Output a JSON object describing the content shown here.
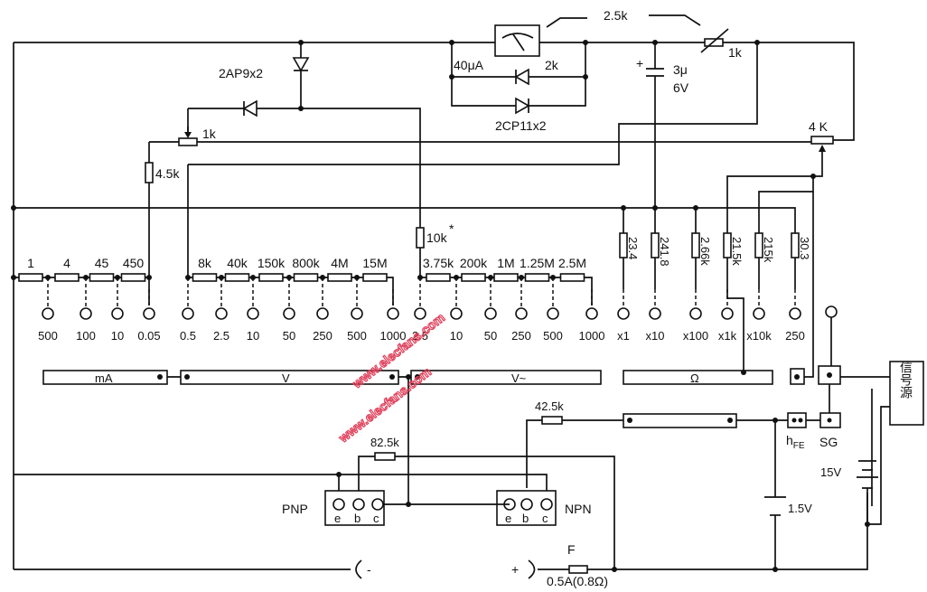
{
  "meter": {
    "current": "40μA",
    "resistance": "2k",
    "adjust_range": "2.5k"
  },
  "diodes": {
    "upper": "2AP9x2",
    "lower": "2CP11x2"
  },
  "variable_resistor": "1k",
  "capacitor": {
    "polarity": "+",
    "value": "3μ",
    "voltage": "6V"
  },
  "pot_left": "1k",
  "res_4_5k": "4.5k",
  "pot_4k": "4 K",
  "res_10k": "10k",
  "res_10k_mark": "*",
  "ladder": {
    "ma": {
      "resistors": [
        "1",
        "4",
        "45",
        "450"
      ],
      "terminals": [
        "500",
        "100",
        "10",
        "0.05"
      ]
    },
    "dcv": {
      "resistors": [
        "8k",
        "40k",
        "150k",
        "800k",
        "4M",
        "15M"
      ],
      "terminals": [
        "0.5",
        "2.5",
        "10",
        "50",
        "250",
        "500",
        "1000"
      ]
    },
    "acv": {
      "resistors": [
        "3.75k",
        "200k",
        "1M",
        "1.25M",
        "2.5M"
      ],
      "terminals": [
        "2.5",
        "10",
        "50",
        "250",
        "500",
        "1000"
      ]
    },
    "ohm": {
      "resistors": [
        "23.4",
        "241.8",
        "2.66k",
        "21.5k",
        "215k",
        "30.3"
      ],
      "terminals": [
        "x1",
        "x10",
        "x100",
        "x1k",
        "x10k",
        "250"
      ]
    }
  },
  "switch_bars": {
    "ma": "mA",
    "dcv": "V",
    "acv": "V~",
    "ohm": "Ω"
  },
  "signal_source": "信号源",
  "hfe": {
    "main": "h",
    "sub": "FE"
  },
  "sg": "SG",
  "res_42_5k": "42.5k",
  "res_82_5k": "82.5k",
  "pnp": {
    "label": "PNP",
    "pins": [
      "e",
      "b",
      "c"
    ]
  },
  "npn": {
    "label": "NPN",
    "pins": [
      "e",
      "b",
      "c"
    ]
  },
  "battery_15v": "15V",
  "battery_1_5v": "1.5V",
  "probe_neg": "-",
  "probe_pos": "+",
  "fuse": {
    "label": "F",
    "rating": "0.5A(0.8Ω)"
  },
  "watermark": {
    "line1": "www.elecfans.com",
    "line2": "www.elecfans.com"
  }
}
